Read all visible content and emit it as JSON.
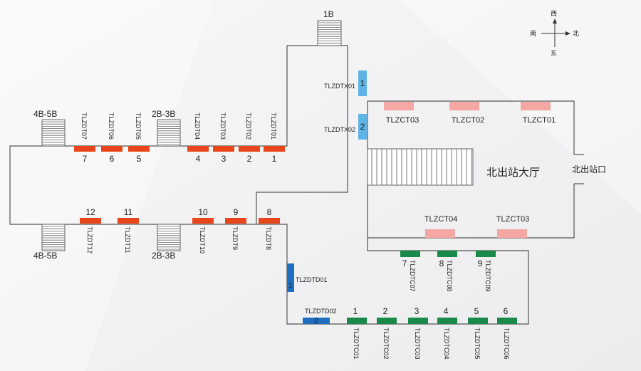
{
  "compass": {
    "north": "北",
    "south": "南",
    "east": "东",
    "west": "西"
  },
  "colors": {
    "wall": "#555555",
    "orange": "#e8451a",
    "green": "#1a8a4a",
    "pink": "#f4a7a3",
    "lightblue": "#5fb4e6",
    "darkblue": "#1f6fc0",
    "stair_line": "#666666"
  },
  "stairs": {
    "s1b": "1B",
    "s4b5b_top": "4B-5B",
    "s2b3b_top": "2B-3B",
    "s4b5b_bottom": "4B-5B",
    "s2b3b_bottom": "2B-3B"
  },
  "hall": {
    "name": "北出站大厅",
    "exit": "北出站口"
  },
  "gates_top": [
    {
      "num": "7",
      "code": "TLZDT07"
    },
    {
      "num": "6",
      "code": "TLZDT06"
    },
    {
      "num": "5",
      "code": "TLZDT05"
    },
    {
      "num": "4",
      "code": "TLZDT04"
    },
    {
      "num": "3",
      "code": "TLZDT03"
    },
    {
      "num": "2",
      "code": "TLZDT02"
    },
    {
      "num": "1",
      "code": "TLZDT01"
    }
  ],
  "gates_bottom": [
    {
      "num": "12",
      "code": "TLZDT12"
    },
    {
      "num": "11",
      "code": "TLZDT11"
    },
    {
      "num": "10",
      "code": "TLZDT10"
    },
    {
      "num": "9",
      "code": "TLZDT9"
    },
    {
      "num": "8",
      "code": "TLZDT8"
    }
  ],
  "tx_gates": [
    {
      "num": "1",
      "code": "TLZDTX01"
    },
    {
      "num": "2",
      "code": "TLZDTX02"
    }
  ],
  "ct_top": [
    {
      "code": "TLZCT03"
    },
    {
      "code": "TLZCT02"
    },
    {
      "code": "TLZCT01"
    }
  ],
  "ct_bottom": [
    {
      "code": "TLZCT04"
    },
    {
      "code": "TLZCT03"
    }
  ],
  "tc_upper": [
    {
      "num": "7",
      "code": "TLZDTC07"
    },
    {
      "num": "8",
      "code": "TLZDTC08"
    },
    {
      "num": "9",
      "code": "TLZDTC09"
    }
  ],
  "tc_lower": [
    {
      "num": "1",
      "code": "TLZDTC01"
    },
    {
      "num": "2",
      "code": "TLZDTC02"
    },
    {
      "num": "3",
      "code": "TLZDTC03"
    },
    {
      "num": "4",
      "code": "TLZDTC04"
    },
    {
      "num": "5",
      "code": "TLZDTC05"
    },
    {
      "num": "6",
      "code": "TLZDTC06"
    }
  ],
  "td_gates": [
    {
      "num": "1",
      "code": "TLZDTD01"
    },
    {
      "num": "2",
      "code": "TLZDTD02"
    }
  ]
}
